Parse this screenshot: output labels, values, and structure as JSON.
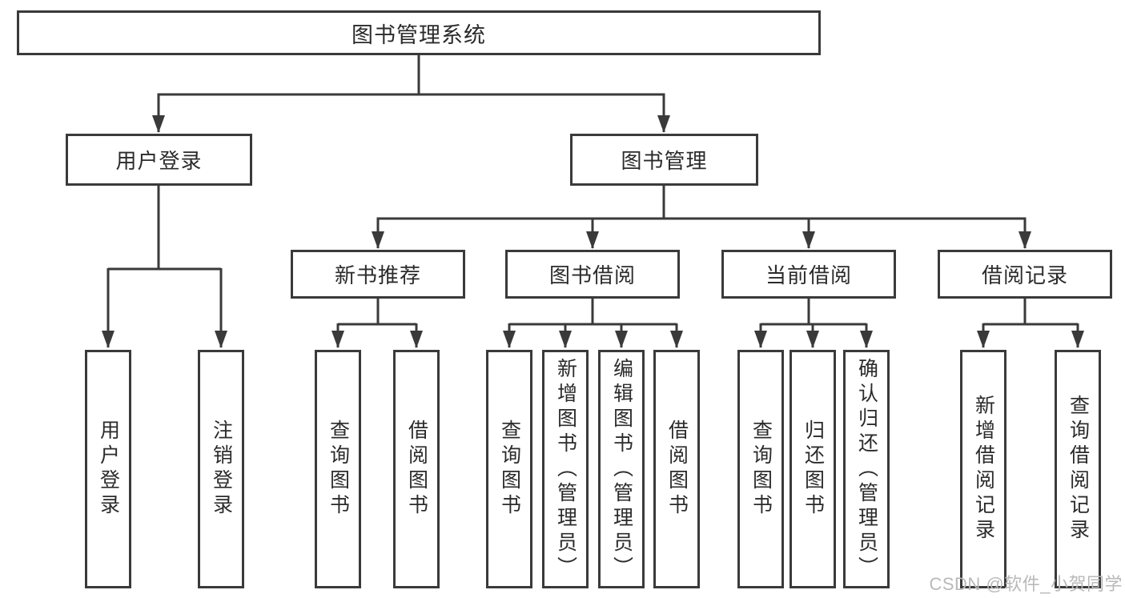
{
  "diagram": {
    "root": {
      "label": "图书管理系统",
      "children": [
        {
          "label": "用户登录",
          "children": [
            {
              "label": "用户登录"
            },
            {
              "label": "注销登录"
            }
          ]
        },
        {
          "label": "图书管理",
          "children": [
            {
              "label": "新书推荐",
              "children": [
                {
                  "label": "查询图书"
                },
                {
                  "label": "借阅图书"
                }
              ]
            },
            {
              "label": "图书借阅",
              "children": [
                {
                  "label": "查询图书"
                },
                {
                  "label": "新增图书（管理员）"
                },
                {
                  "label": "编辑图书（管理员）"
                },
                {
                  "label": "借阅图书"
                }
              ]
            },
            {
              "label": "当前借阅",
              "children": [
                {
                  "label": "查询图书"
                },
                {
                  "label": "归还图书"
                },
                {
                  "label": "确认归还（管理员）"
                }
              ]
            },
            {
              "label": "借阅记录",
              "children": [
                {
                  "label": "新增借阅记录"
                },
                {
                  "label": "查询借阅记录"
                }
              ]
            }
          ]
        }
      ]
    }
  },
  "watermark": {
    "text": "CSDN @软件_小贺同学"
  },
  "colors": {
    "line": "#3a3a3a",
    "box_border": "#3a3a3a",
    "text": "#2b2b2b",
    "watermark": "#b9b9b9",
    "background": "#ffffff"
  }
}
